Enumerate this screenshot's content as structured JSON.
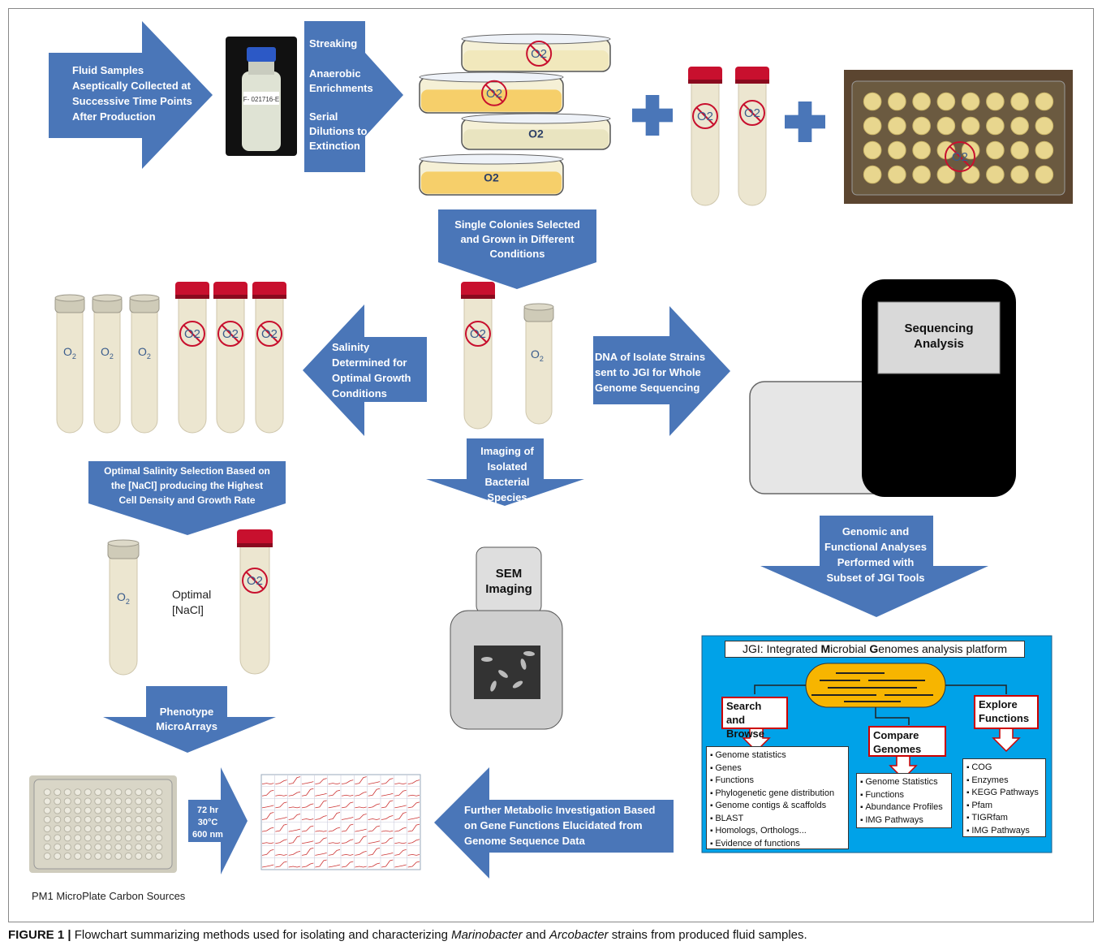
{
  "arrows": {
    "fluid_samples": [
      "Fluid Samples",
      "Aseptically Collected at",
      "Successive Time Points",
      "After Production"
    ],
    "methods": [
      "Streaking",
      "Anaerobic",
      "Enrichments",
      "Serial",
      "Dilutions to",
      "Extinction"
    ],
    "single_colonies": [
      "Single Colonies Selected",
      "and Grown in Different",
      "Conditions"
    ],
    "salinity": [
      "Salinity",
      "Determined for",
      "Optimal Growth",
      "Conditions"
    ],
    "dna": [
      "DNA of Isolate Strains",
      "sent to JGI for Whole",
      "Genome Sequencing"
    ],
    "imaging": [
      "Imaging  of",
      "Isolated",
      "Bacterial",
      "Species"
    ],
    "optimal_salinity": [
      "Optimal Salinity Selection Based on",
      "the [NaCl] producing the Highest",
      "Cell Density and Growth Rate"
    ],
    "genomic": [
      "Genomic and",
      "Functional Analyses",
      "Performed with",
      "Subset of JGI Tools"
    ],
    "phenotype": [
      "Phenotype",
      "MicroArrays"
    ],
    "incubation": [
      "72 hr",
      "30°C",
      "600 nm"
    ],
    "further": [
      "Further Metabolic Investigation Based",
      "on Gene Functions Elucidated from",
      "Genome Sequence Data"
    ]
  },
  "labels": {
    "vial": "F- 021716-E",
    "o2_letter": "O",
    "o2_sub": "2",
    "sequencing": [
      "Sequencing",
      "Analysis"
    ],
    "sem": [
      "SEM",
      "Imaging"
    ],
    "optimal_nacl": [
      "Optimal",
      "[NaCl]"
    ],
    "pm1": "PM1 MicroPlate Carbon Sources"
  },
  "jgi": {
    "title_parts": [
      "JGI: Integrated ",
      "M",
      "icrobial ",
      "G",
      "enomes analysis platform"
    ],
    "search_header": [
      "Search and",
      "Browse"
    ],
    "compare_header": [
      "Compare",
      "Genomes"
    ],
    "explore_header": [
      "Explore",
      "Functions"
    ],
    "search_items": [
      "Genome statistics",
      "Genes",
      "Functions",
      "Phylogenetic gene distribution",
      "Genome contigs & scaffolds",
      "BLAST",
      "Homologs, Orthologs...",
      "Evidence of functions"
    ],
    "compare_items": [
      "Genome Statistics",
      "Functions",
      "Abundance Profiles",
      "IMG Pathways"
    ],
    "explore_items": [
      "COG",
      "Enzymes",
      "KEGG Pathways",
      "Pfam",
      "TIGRfam",
      "IMG Pathways"
    ]
  },
  "caption": {
    "label": "FIGURE 1 |",
    "text_1": " Flowchart summarizing methods used for isolating and characterizing ",
    "genus_1": "Marinobacter",
    "text_2": " and ",
    "genus_2": "Arcobacter",
    "text_3": " strains from produced fluid samples."
  },
  "colors": {
    "arrow_blue": "#4a76b8",
    "cap_red": "#c8102e",
    "tube_fill": "#ece6d0",
    "jgi_panel": "#00a2e8",
    "capsule": "#f7b500"
  }
}
